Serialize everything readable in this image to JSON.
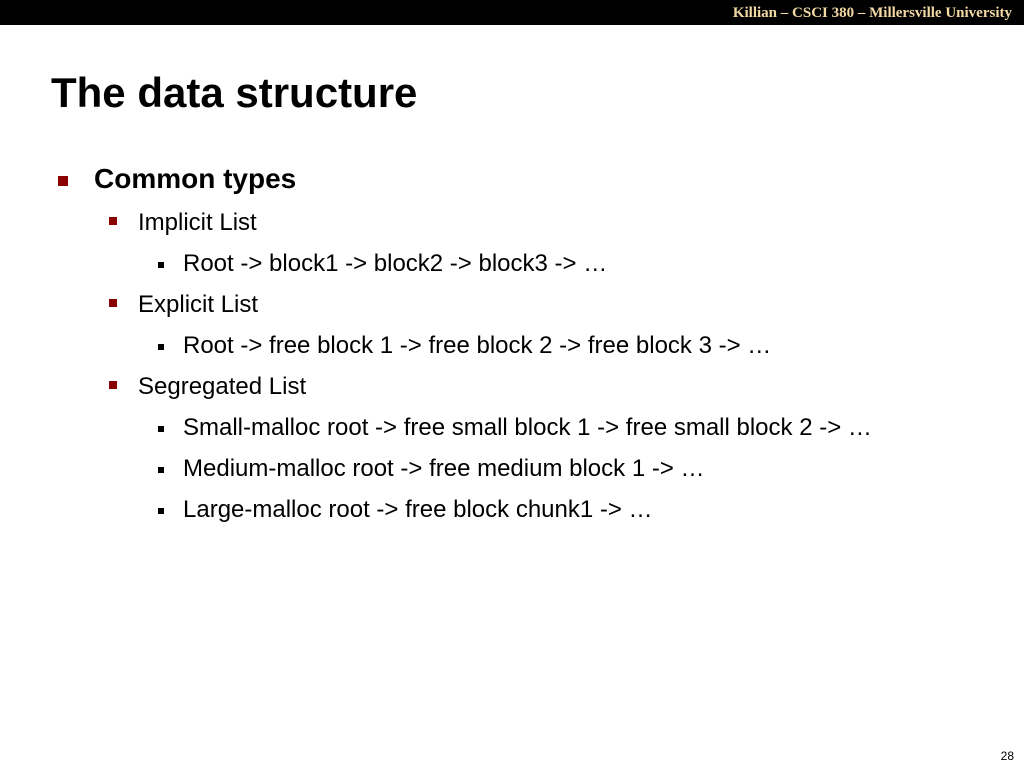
{
  "header": {
    "course_line": "Killian – CSCI 380 – Millersville University"
  },
  "slide": {
    "title": "The data structure",
    "page_number": "28",
    "bullets": {
      "common_types": "Common types",
      "implicit_list": "Implicit List",
      "implicit_detail": "Root -> block1 -> block2 -> block3 -> …",
      "explicit_list": "Explicit List",
      "explicit_detail": "Root -> free block 1 -> free block 2 -> free block 3 -> …",
      "segregated_list": "Segregated List",
      "segregated_small": "Small-malloc root -> free small block 1 -> free small block 2 -> …",
      "segregated_medium": "Medium-malloc root -> free medium block 1 -> …",
      "segregated_large": "Large-malloc root -> free block chunk1 -> …"
    }
  },
  "colors": {
    "header_bar": "#000000",
    "header_text": "#f3d9a4",
    "bullet_accent": "#8b0000"
  }
}
